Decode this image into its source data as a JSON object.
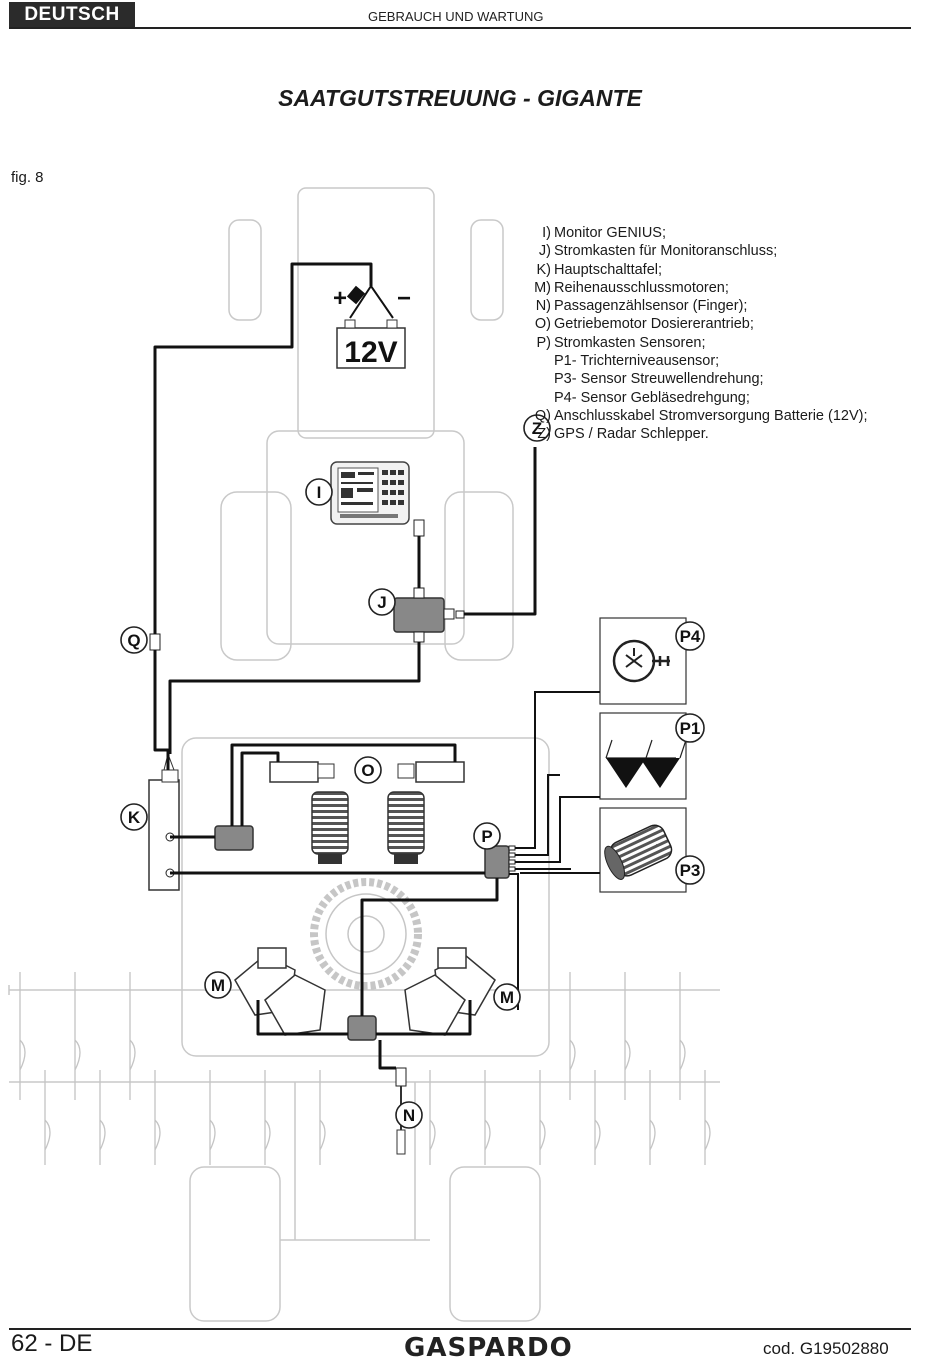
{
  "header": {
    "language": "DEUTSCH",
    "section": "GEBRAUCH UND WARTUNG"
  },
  "title": "SAATGUTSTREUUNG - GIGANTE",
  "figure_label": "fig. 8",
  "legend": [
    {
      "key": "I)",
      "text": "Monitor GENIUS;"
    },
    {
      "key": "J)",
      "text": "Stromkasten für Monitoranschluss;"
    },
    {
      "key": "K)",
      "text": "Hauptschalttafel;"
    },
    {
      "key": "M)",
      "text": "Reihenausschlussmotoren;"
    },
    {
      "key": "N)",
      "text": "Passagenzählsensor (Finger);"
    },
    {
      "key": "O)",
      "text": "Getriebemotor Dosiererantrieb;"
    },
    {
      "key": "P)",
      "text": "Stromkasten Sensoren;"
    },
    {
      "key": "",
      "text": "P1- Trichterniveausensor;"
    },
    {
      "key": "",
      "text": "P3- Sensor Streuwellendrehung;"
    },
    {
      "key": "",
      "text": "P4- Sensor Gebläsedrehgung;"
    },
    {
      "key": "Q)",
      "text": "Anschlusskabel Stromversorgung Batterie (12V);"
    },
    {
      "key": "Z)",
      "text": "GPS / Radar Schlepper."
    }
  ],
  "diagram": {
    "battery_label": "12V",
    "battery_plus": "+",
    "battery_minus": "−",
    "callouts": {
      "I": "I",
      "J": "J",
      "K": "K",
      "M_left": "M",
      "M_right": "M",
      "N": "N",
      "O": "O",
      "P": "P",
      "P1": "P1",
      "P3": "P3",
      "P4": "P4",
      "Q": "Q",
      "Z": "Z"
    }
  },
  "footer": {
    "page": "62 - DE",
    "brand": "GASPARDO",
    "code": "cod.  G19502880"
  }
}
